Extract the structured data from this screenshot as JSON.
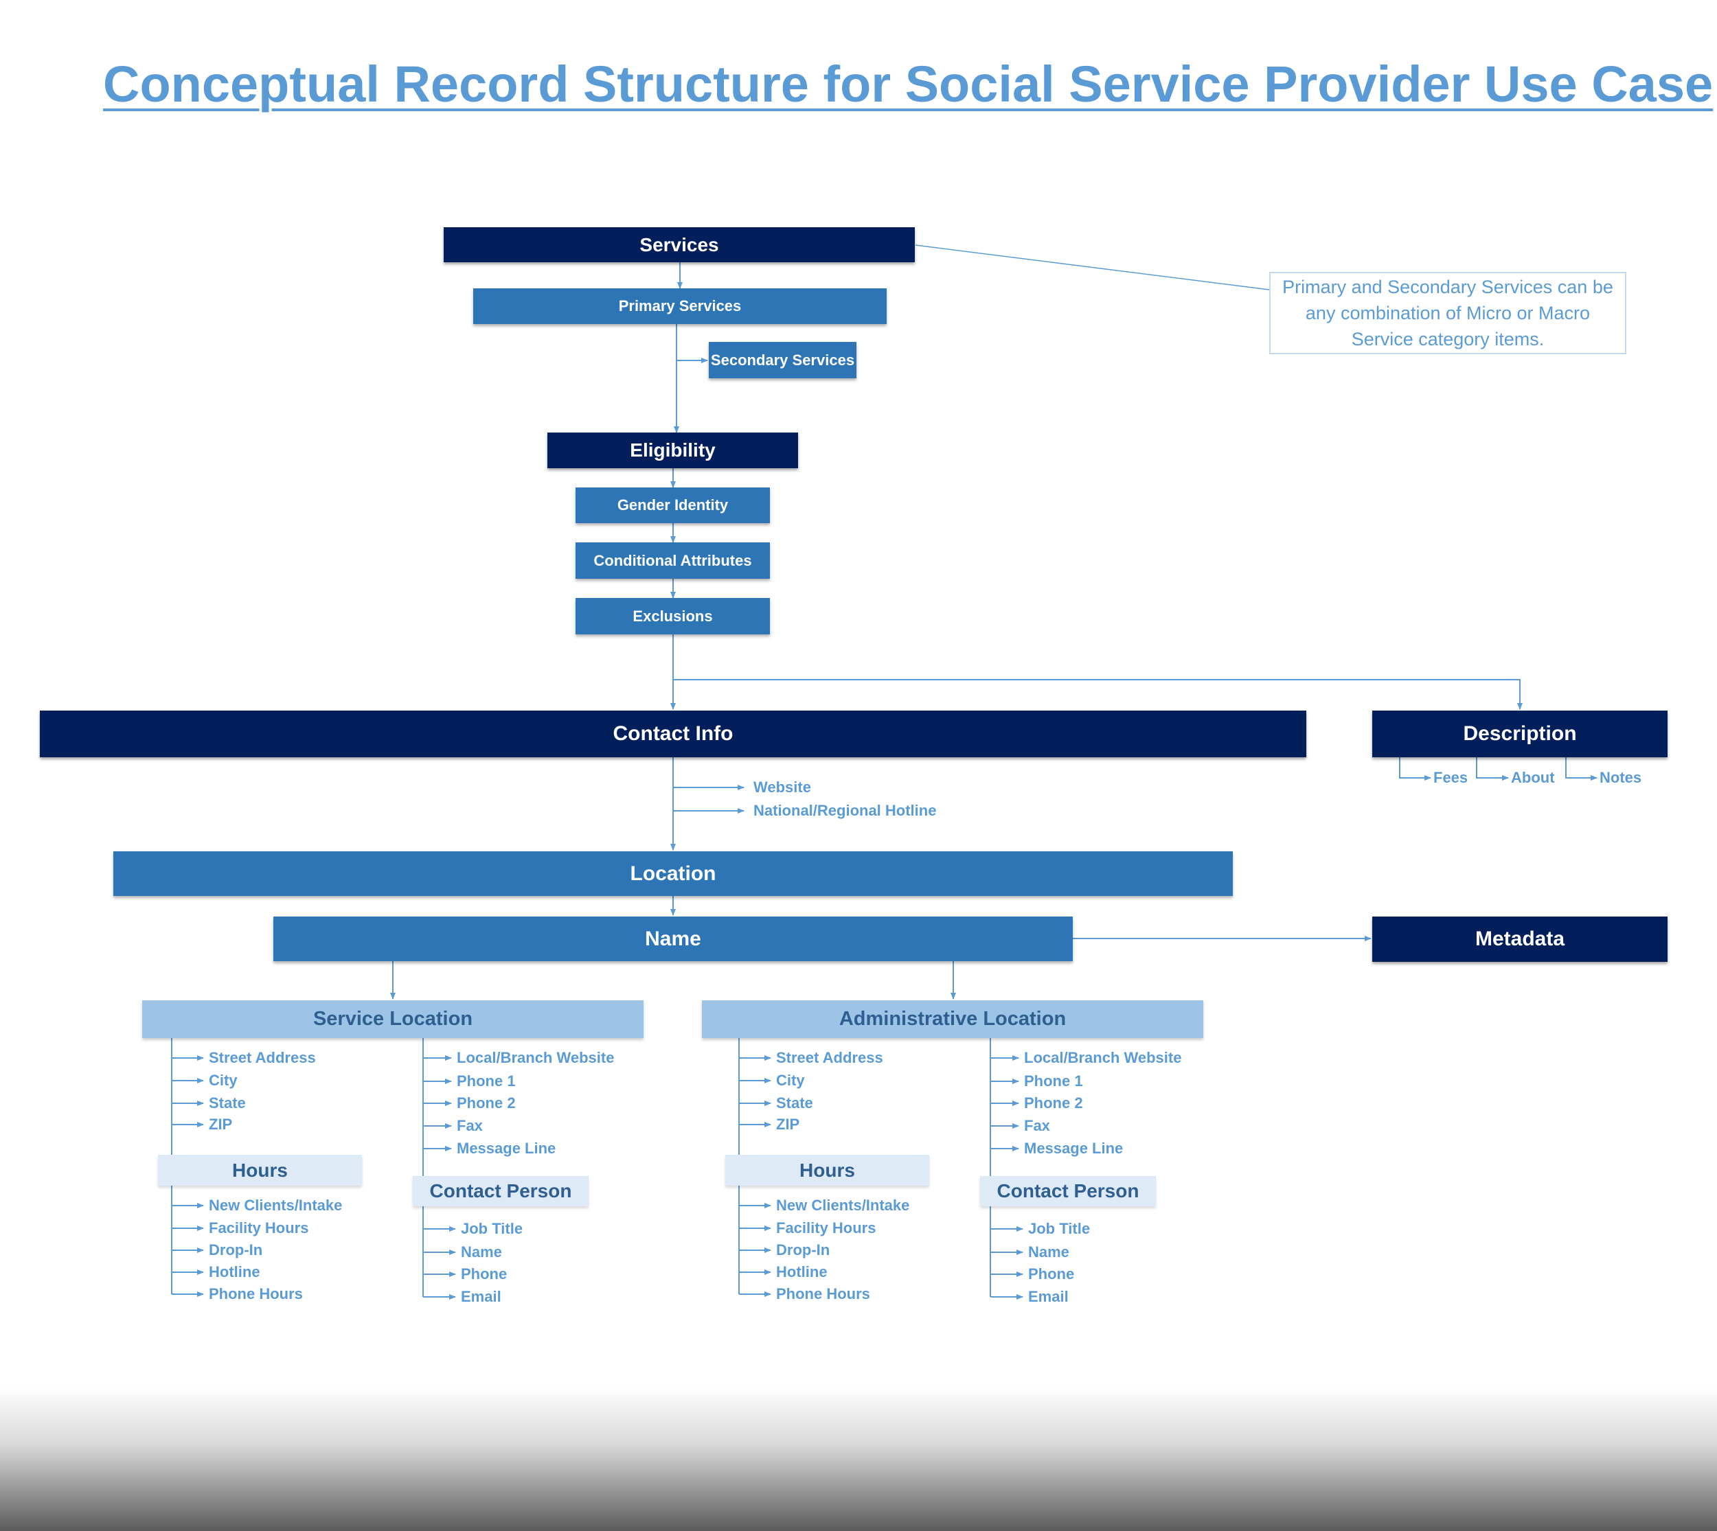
{
  "title": "Conceptual Record Structure for Social Service Provider Use Case",
  "note": "Primary and Secondary Services can be any combination of Micro or Macro Service category items.",
  "boxes": {
    "services": "Services",
    "primary_services": "Primary Services",
    "secondary_services": "Secondary Services",
    "eligibility": "Eligibility",
    "gender_identity": "Gender Identity",
    "conditional_attributes": "Conditional Attributes",
    "exclusions": "Exclusions",
    "contact_info": "Contact Info",
    "description": "Description",
    "location": "Location",
    "name": "Name",
    "metadata": "Metadata",
    "service_location": "Service Location",
    "administrative_location": "Administrative Location",
    "hours": "Hours",
    "contact_person": "Contact Person"
  },
  "description_items": [
    "Fees",
    "About",
    "Notes"
  ],
  "contact_info_items": [
    "Website",
    "National/Regional Hotline"
  ],
  "address_items": [
    "Street Address",
    "City",
    "State",
    "ZIP"
  ],
  "branch_items": [
    "Local/Branch Website",
    "Phone 1",
    "Phone 2",
    "Fax",
    "Message Line"
  ],
  "hours_items": [
    "New Clients/Intake",
    "Facility Hours",
    "Drop-In",
    "Hotline",
    "Phone Hours"
  ],
  "contact_person_items": [
    "Job Title",
    "Name",
    "Phone",
    "Email"
  ],
  "colors": {
    "dark_navy": "#021e5b",
    "mid_blue": "#2e75b6",
    "pale_blue": "#9dc3e6",
    "paler_blue": "#deebf7",
    "text_blue": "#5b9bd5",
    "connector": "#5b9bd5"
  }
}
